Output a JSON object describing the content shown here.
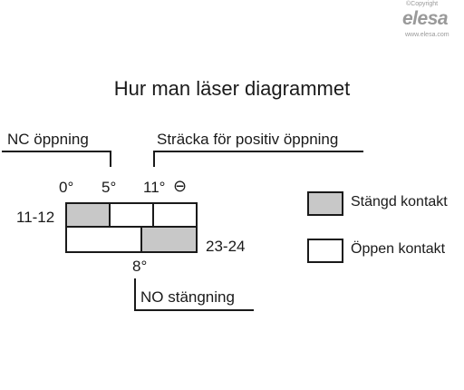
{
  "watermark": {
    "copyright": "©Copyright",
    "logo": "elesa",
    "url": "www.elesa.com"
  },
  "title": "Hur man läser diagrammet",
  "labels": {
    "nc_opening": "NC öppning",
    "positive_opening": "Sträcka för positiv öppning",
    "no_closing": "NO stängning"
  },
  "angles": {
    "a0": "0°",
    "a5": "5°",
    "a11": "11°",
    "a8": "8°",
    "positive_symbol": "⊖"
  },
  "contacts": {
    "row1": "11-12",
    "row2": "23-24"
  },
  "legend": {
    "closed": "Stängd kontakt",
    "open": "Öppen kontakt"
  },
  "colors": {
    "closed_fill": "#c8c8c8",
    "open_fill": "#ffffff",
    "stroke": "#1a1a1a"
  }
}
